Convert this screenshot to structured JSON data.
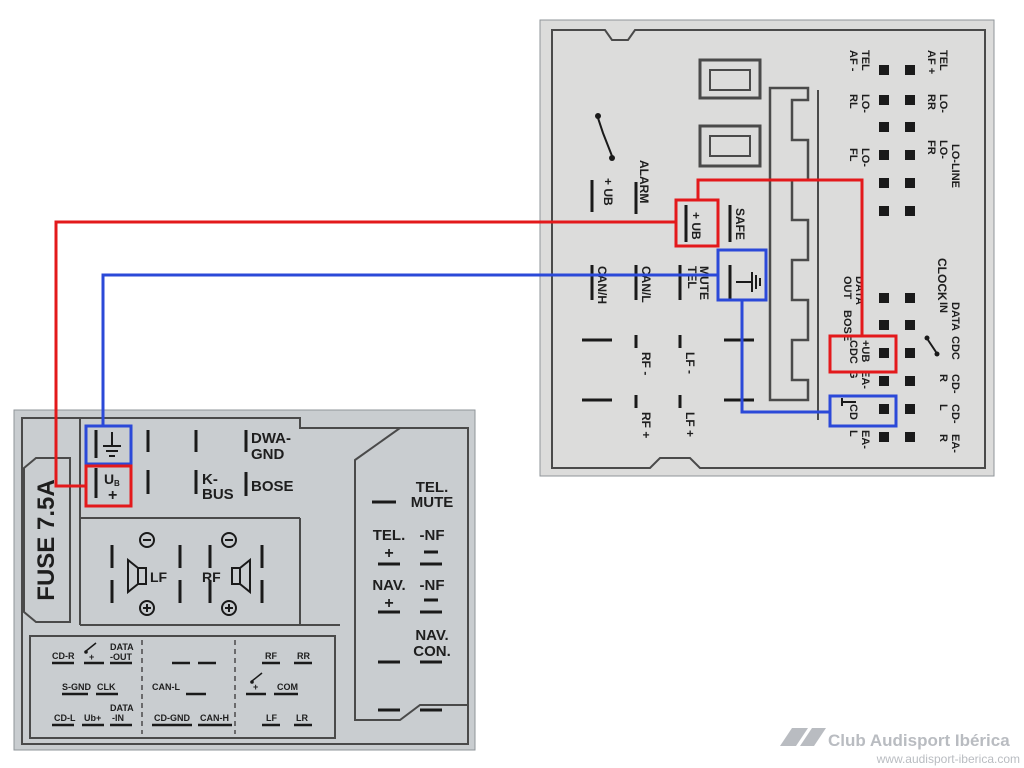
{
  "colors": {
    "panel_fill": "#c9cdd0",
    "panel_fill_right": "#dcdcdb",
    "ink": "#1e1e1e",
    "power_line": "#e3191b",
    "ground_line": "#2b49d8",
    "watermark": "#b9bcc1"
  },
  "left_panel": {
    "fuse": "FUSE 7.5A",
    "dwa_gnd": [
      "DWA-",
      "GND"
    ],
    "k_bus": [
      "K-",
      "BUS"
    ],
    "bose": "BOSE",
    "ub": "U",
    "ub_sub": "B",
    "plus": "+",
    "lf": "LF",
    "rf": "RF",
    "tel_mute": [
      "TEL.",
      "MUTE"
    ],
    "tel": "TEL.",
    "nf_minus": "-NF",
    "nav": "NAV.",
    "nav_con": [
      "NAV.",
      "CON."
    ],
    "cd_r": "CD-R",
    "data_out": [
      "DATA",
      "-OUT"
    ],
    "s_gnd": "S-GND",
    "clk": "CLK",
    "cd_l": "CD-L",
    "ub_plus": "Ub+",
    "data_in": [
      "DATA",
      "-IN"
    ],
    "can_l": "CAN-L",
    "cd_gnd": "CD-GND",
    "can_h": "CAN-H",
    "rf_small": "RF",
    "rr": "RR",
    "com": "COM",
    "lf_small": "LF",
    "lr": "LR"
  },
  "right_panel": {
    "ub_switch": "+ UB",
    "alarm": "ALARM",
    "ub_plus": "+ UB",
    "safe": "SAFE",
    "can_h": "CAN/H",
    "can_l": "CAN/L",
    "tel_mute": [
      "TEL",
      "MUTE"
    ],
    "rf_minus": "RF -",
    "lf_minus": "LF -",
    "rf_plus": "RF +",
    "lf_plus": "LF +",
    "tel_af_minus": [
      "TEL",
      "AF -"
    ],
    "tel_af_plus": [
      "TEL",
      "AF +"
    ],
    "lo_rl": [
      "LO-",
      "RL"
    ],
    "lo_rr": [
      "LO-",
      "RR"
    ],
    "lo_fl": [
      "LO-",
      "FL"
    ],
    "lo_fr": [
      "LO-",
      "FR"
    ],
    "lo_line": "LO-LINE",
    "clock": "CLOCK",
    "data_out": [
      "DATA",
      "OUT"
    ],
    "bose": "BOSE",
    "data_in": [
      "DATA",
      "IN"
    ],
    "cdc": "CDC",
    "ub_cdc": [
      "+UB",
      "CDC"
    ],
    "ea_g": [
      "EA-",
      "G"
    ],
    "cd_r": [
      "CD-",
      "R"
    ],
    "cd_ground": "CD",
    "cd_l": [
      "CD-",
      "L"
    ],
    "ea_l": [
      "EA-",
      "L"
    ],
    "ea_r": [
      "EA-",
      "R"
    ]
  },
  "watermark": {
    "title": "Club Audisport Ibérica",
    "url": "www.audisport-iberica.com"
  }
}
